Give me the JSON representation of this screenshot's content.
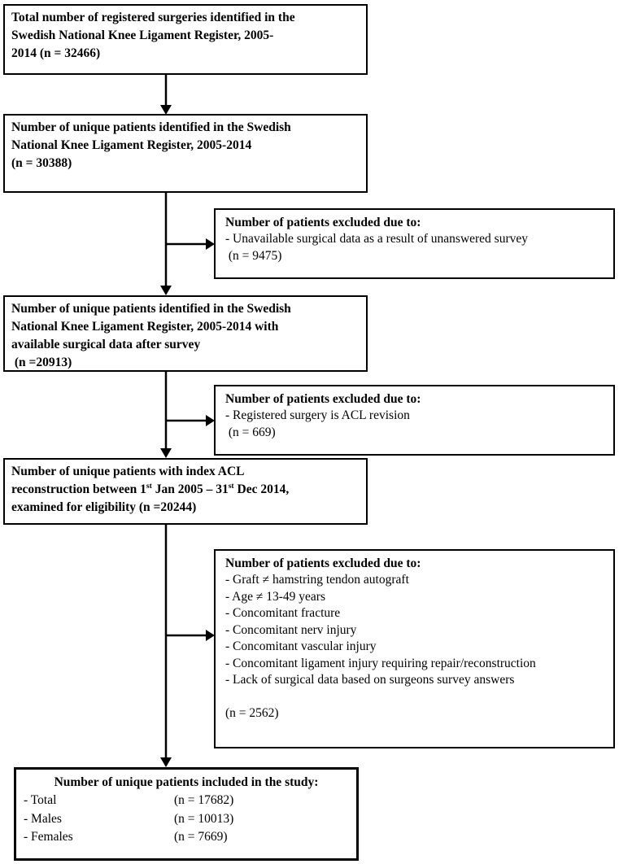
{
  "page": {
    "title": "Study inclusion flowchart",
    "colors": {
      "background": "#ffffff",
      "line": "#000000",
      "text": "#000000"
    }
  },
  "boxes": {
    "box1": {
      "text": "Total number of registered surgeries identified in the\nSwedish National Knee Ligament Register, 2005-\n2014 (n = 32466)"
    },
    "box2": {
      "text": "Number of unique patients identified in the Swedish\nNational Knee Ligament Register, 2005-2014\n(n = 30388)"
    },
    "excl1": {
      "title": "Number of patients excluded due to:",
      "body": "- Unavailable surgical data as a result of unanswered survey\n (n = 9475)"
    },
    "box3": {
      "text": "Number of unique patients identified in the Swedish\nNational Knee Ligament Register, 2005-2014 with\navailable surgical data after survey\n (n =20913)"
    },
    "excl2": {
      "title": "Number of patients excluded due to:",
      "body": "- Registered surgery is ACL revision\n (n = 669)"
    },
    "box4": {
      "text": "Number of unique patients with index ACL\nreconstruction between 1^{st} Jan 2005 – 31^{st} Dec 2014,\nexamined for eligibility (n =20244)"
    },
    "excl3": {
      "title": "Number of patients excluded due to:",
      "body": "- Graft ≠ hamstring tendon autograft\n- Age ≠ 13-49 years\n- Concomitant fracture\n- Concomitant nerv injury\n- Concomitant vascular injury\n- Concomitant ligament injury requiring repair/reconstruction\n- Lack of surgical data based on surgeons survey answers\n\n(n = 2562)"
    },
    "final": {
      "title": "Number of unique patients included in the study:",
      "rows": [
        {
          "label": "- Total",
          "value": "(n = 17682)"
        },
        {
          "label": "- Males",
          "value": "(n = 10013)"
        },
        {
          "label": "- Females",
          "value": "(n = 7669)"
        }
      ]
    }
  }
}
